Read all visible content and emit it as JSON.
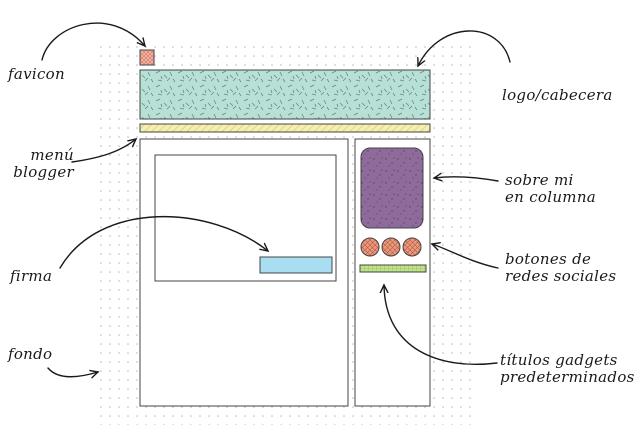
{
  "labels": {
    "favicon": "favicon",
    "logo": "logo/cabecera",
    "menu_line1": "menú",
    "menu_line2": "blogger",
    "sobre_line1": "sobre mi",
    "sobre_line2": "en columna",
    "firma": "firma",
    "botones_line1": "botones de",
    "botones_line2": "redes sociales",
    "fondo": "fondo",
    "titulos_line1": "títulos gadgets",
    "titulos_line2": "predeterminados"
  },
  "colors": {
    "background_dots": "#b9b9b9",
    "favicon": "#f2b0a0",
    "header": "#b9e0d6",
    "menu": "#f5efb0",
    "about_me": "#8f6b9b",
    "signature": "#a9def2",
    "social_buttons": "#e99a7e",
    "gadget_title": "#bfe28a",
    "outline": "#444444",
    "text": "#1a1a1a"
  }
}
